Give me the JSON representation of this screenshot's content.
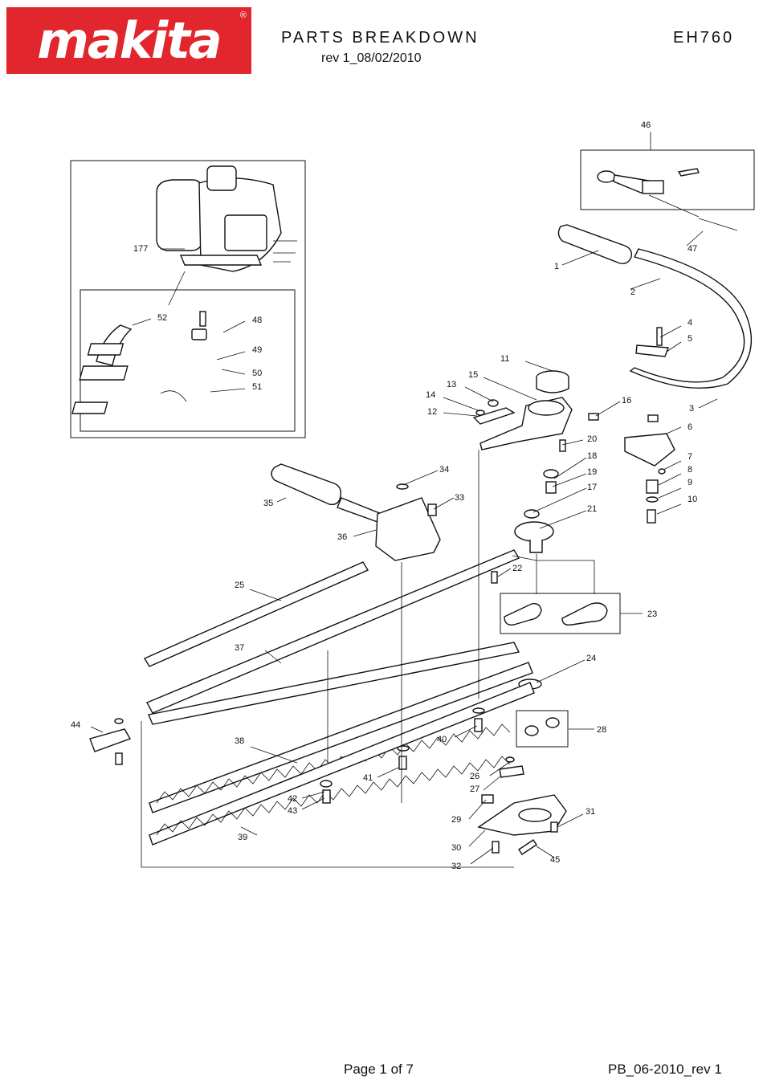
{
  "header": {
    "logo_text": "makita",
    "logo_registered": "®",
    "title": "PARTS BREAKDOWN",
    "model": "EH760",
    "revision": "rev 1_08/02/2010"
  },
  "callouts": [
    "1",
    "2",
    "3",
    "4",
    "5",
    "6",
    "7",
    "8",
    "9",
    "10",
    "11",
    "12",
    "13",
    "14",
    "15",
    "16",
    "17",
    "18",
    "19",
    "20",
    "21",
    "22",
    "23",
    "24",
    "25",
    "26",
    "27",
    "28",
    "29",
    "30",
    "31",
    "32",
    "33",
    "34",
    "35",
    "36",
    "37",
    "38",
    "39",
    "40",
    "41",
    "42",
    "43",
    "44",
    "45",
    "46",
    "47",
    "48",
    "49",
    "50",
    "51",
    "52",
    "177"
  ],
  "footer": {
    "page": "Page 1 of 7",
    "reference": "PB_06-2010_rev 1"
  },
  "colors": {
    "brand_red": "#e2262d"
  }
}
